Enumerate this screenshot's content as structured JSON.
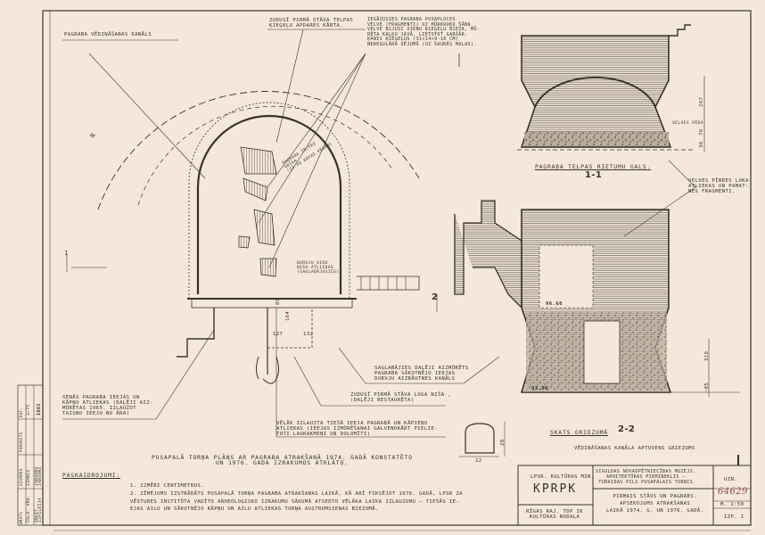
{
  "labels": {
    "ventilation_channel": "PAGRABA VĒDINĀŠANAS KANĀLS",
    "lost_first_floor": "ZUDUSĪ PIRMĀ STĀVA TELPAS\nĶIEĢEĻU APDARES KĀRTA.",
    "collapsed_vault": "IEGĀZUSIES PAGRABA PUSAPLOCES\nVELVE (FRAGMENTI) UZ MŪRKRUĶU ŠĀNA.\nVELVE BIJUSI VIENU ĶIEĢEĻU BIEZA, MŪ-\nRĒTA KAĻĶU JAVĀ, LIETOTOT GARŠĀR-\nĶANIS ĶIEĢEĻUS (31×14×9-10 CM)\nNEREGULĀRĀ SĒJUMĀ (UZ ŠAURĀS MALAS).",
    "basement_floor": "PAGRABA TELPAS\nGRĪDA\n(13.40 KĀPAS PĒDĀM)",
    "door_niche": "DURVJU VIRU\nNIŠA ATLIEKAS\n(SAGLABĀJUSIES)",
    "old_entrance": "SENĀS PAGRABA IEEJAS UN\nKĀPŅU ATLIEKAS (DAĻĒJI AIZ-\nMŪRĒTAS 1965. IZLAUŽOT\nTAISNO IEEJU NO ĀRA)",
    "preserved_channel": "SAGLABĀJIES DAĻĒJI AIZMŪRĒTS\nPAGRABA SĀKOTNĒJO IEEJAS\nDURVJU AIZBĀUTNES KANĀLS",
    "lost_window_niche": "ZUDUSĪ PIRMĀ STĀVA LOGA NIŠA ,\n(DAĻĒJI RESTAURĒTA)",
    "later_entrance": "VĒLĀK IZLAUZTA TIEŠĀ IEEJA PAGRABĀ UN KĀPIEŅU\nATLIEKAS (IEEJAS IZMŪRĒŠANAI GALVENOKĀRT PIELIE-\nTOTI LAUKAKMEŅI UN DOLOMĪTI)",
    "vault_fragments": "VELVES PĪBRES LOKA\nATLIEKAS UN PAMAT-\nNES FRAGMENTI.",
    "vault_heel": "VELVES PĒDA"
  },
  "plan": {
    "caption": "PUSAPALĀ TORŅA PLĀNS AR PAGRABA ATRAKŠANĀ 1974. GADĀ KONSTATĒTO\nUN 1976. GADA IZRAKUMOS ATKLĀTO.",
    "north": "N",
    "section_mark_1": "1",
    "section_mark_2": "2",
    "dims": [
      "127",
      "132",
      "164",
      "89"
    ]
  },
  "section_1": {
    "caption": "PAGRABA TELPAS RIETUMU GALS.",
    "id": "1-1",
    "dims": [
      "247",
      "70",
      "30"
    ]
  },
  "section_2": {
    "caption": "SKATS GRIEZUMĀ",
    "id": "2-2",
    "level_top": "96.60",
    "level_bottom": "93.00",
    "dims": [
      "310",
      "~85"
    ]
  },
  "channel_section": {
    "caption": "VĒDINĀŠANAS KANĀLA APTUVENS GRIEZUMS",
    "width": "22",
    "height": "28"
  },
  "notes": {
    "heading": "PASKAIDROJUMI:",
    "items": [
      "1. IZMĒRI CENTIMETROS.",
      "2. ZĪMĒJUMS IZSTRĀDĀTS PUSAPALĀ TORŅA PAGRABA ATRAKŠANAS LAIKĀ, KĀ ARĪ FIKSĒJOT 1976. GADĀ, LPSR ZA\nVĒSTURES INSTITŪTA VADĪTO ARHEOLOĢISKO IZRAKUMU SĀKUMĀ ATSEDTO VĒLĀKA LAIKA IZLAUZUMU — TIEŠĀS IE-\nEJAS AILU UN SĀKOTNĒJO KĀPŅU UN AILU ATLIEKAS TORŅA AUSTRUMSIENAS BIEZUMĀ."
    ]
  },
  "title_block": {
    "ministry": "LPSR. KULTŪRAS MIN.",
    "org": "KPRPK",
    "dept": "RĪGAS RAJ. TDP IK\nKULTŪRAS NODAĻA",
    "project": "SIGULDAS NOVADPĒTNIECĪBAS MUZEJS.\nARHITEKTŪRAS PIEMINEKLIS —\nTURAIDAS PILS PUSAPALAIS TORNIS",
    "sheet_title": "PIRMAIS STĀVS UN PAGRABS.\nAPSEKOJUMS ATRAKŠANAS\nLAIKĀ 1974. G. UN 1976. GADĀ.",
    "uzn_label": "UZN.",
    "uzn_number": "64629",
    "scale": "M. 1:50",
    "sheet": "IZP. I"
  },
  "side_stamp": {
    "roles": [
      "AMATS",
      "UZVĀRDS",
      "PARAKSTS",
      "DAT."
    ],
    "rows": [
      [
        "GALV. ARH.",
        "ZIRNIS",
        "",
        "3/75"
      ],
      [
        "ARHIT.",
        "JANSONS",
        "",
        ""
      ],
      [
        "IZPILDĪJA",
        "JANSONS",
        "",
        "1983"
      ]
    ]
  },
  "colors": {
    "paper": "#f4e8da",
    "ink": "#3a332c",
    "stamp": "#9a4b5a"
  }
}
